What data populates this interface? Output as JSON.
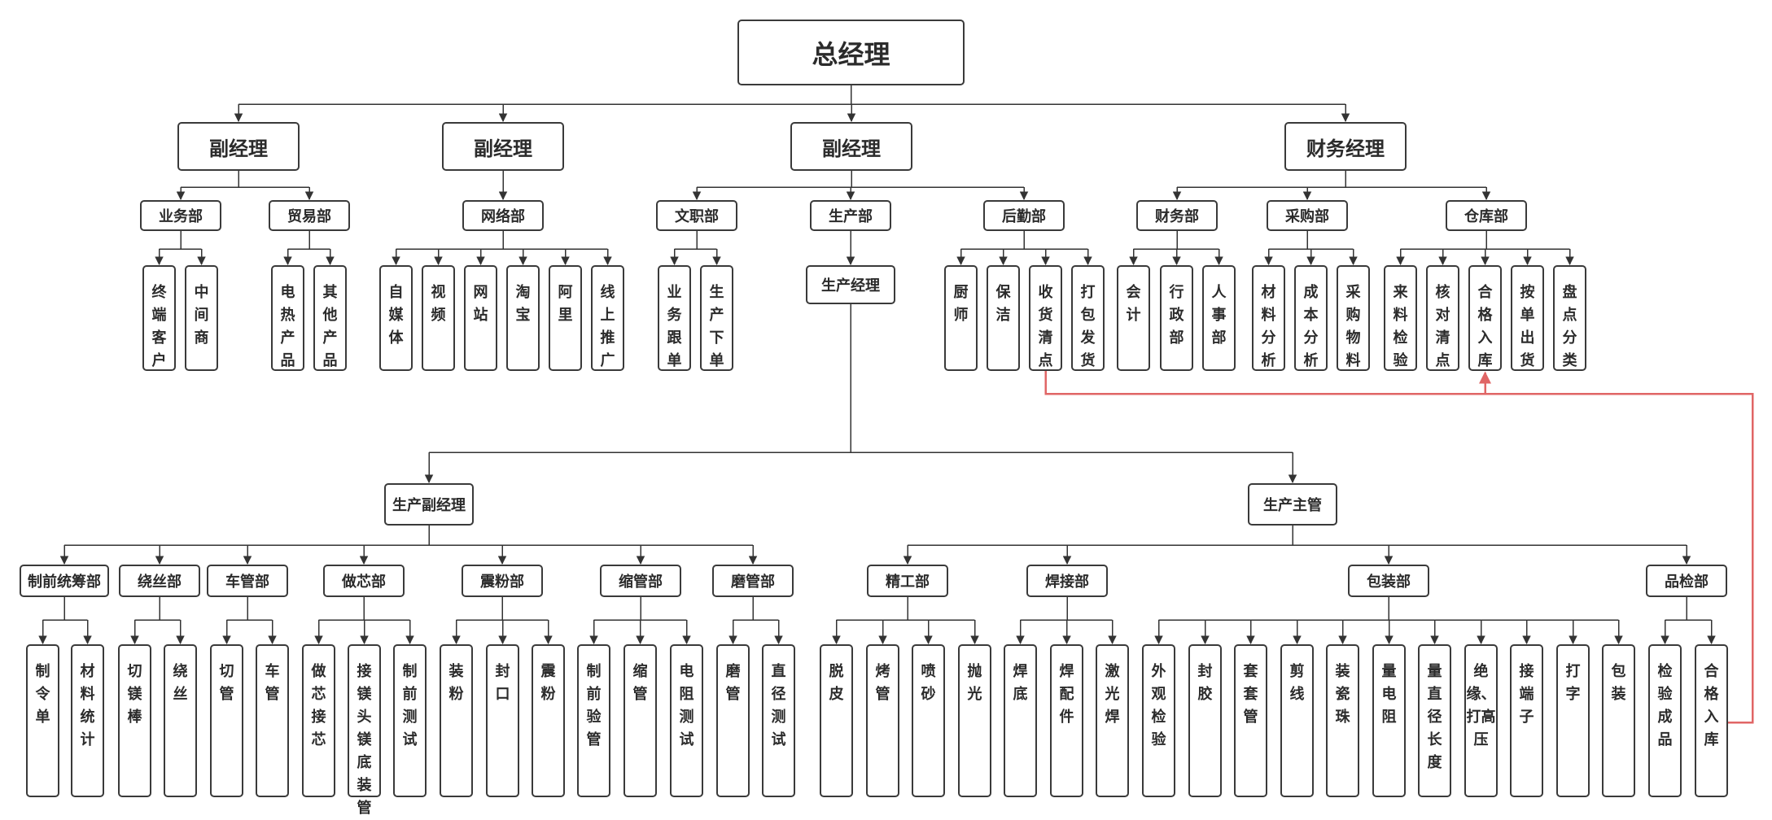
{
  "colors": {
    "line": "#333333",
    "border": "#3a3a3a",
    "highlight": "#e06666"
  },
  "nodes": {
    "ceo": "总经理",
    "vp1": "副经理",
    "vp2": "副经理",
    "vp3": "副经理",
    "cfo": "财务经理",
    "sales": "业务部",
    "trade": "贸易部",
    "network": "网络部",
    "clerical": "文职部",
    "production": "生产部",
    "logistics": "后勤部",
    "finance": "财务部",
    "purchasing": "采购部",
    "warehouse": "仓库部",
    "production_manager": "生产经理",
    "prod_deputy": "生产副经理",
    "prod_supervisor": "生产主管",
    "pre_planning": "制前统筹部",
    "winding": "绕丝部",
    "tube": "车管部",
    "core": "做芯部",
    "powder": "震粉部",
    "shrink": "缩管部",
    "grind": "磨管部",
    "finishing": "精工部",
    "welding": "焊接部",
    "packing": "包装部",
    "qc": "品检部",
    "t_terminal_client": "终端客户",
    "t_middleman": "中间商",
    "t_electric_heat": "电热产品",
    "t_other_products": "其他产品",
    "t_self_media": "自媒体",
    "t_video": "视频",
    "t_website": "网站",
    "t_taobao": "淘宝",
    "t_ali": "阿里",
    "t_online_promo": "线上推广",
    "t_order_follow": "业务跟单",
    "t_production_order": "生产下单",
    "t_chef": "厨师",
    "t_cleaning": "保洁",
    "t_receiving": "收货清点",
    "t_pack_ship": "打包发货",
    "t_accounting": "会计",
    "t_admin": "行政部",
    "t_hr": "人事部",
    "t_material_analysis": "材料分析",
    "t_cost_analysis": "成本分析",
    "t_purchase_materials": "采购物料",
    "t_incoming_inspection": "来料检验",
    "t_check_count": "核对清点",
    "t_qualified_storage": "合格入库",
    "t_order_dispatch": "按单出货",
    "t_inventory_sort": "盘点分类",
    "t_make_order": "制令单",
    "t_material_stats": "材料统计",
    "t_cut_mg_rod": "切镁棒",
    "t_winding": "绕丝",
    "t_cut_tube": "切管",
    "t_turn_tube": "车管",
    "t_core_connect": "做芯接芯",
    "t_mg_head_base": "接镁头镁底装管",
    "t_pre_test": "制前测试",
    "t_fill_powder": "装粉",
    "t_seal": "封口",
    "t_vibrate_powder": "震粉",
    "t_pre_check_tube": "制前验管",
    "t_shrink_tube": "缩管",
    "t_resistance_test": "电阻测试",
    "t_grind_tube": "磨管",
    "t_diameter_test": "直径测试",
    "t_peel": "脱皮",
    "t_bake_tube": "烤管",
    "t_sandblast": "喷砂",
    "t_polish": "抛光",
    "t_weld_base": "焊底",
    "t_weld_parts": "焊配件",
    "t_laser_weld": "激光焊",
    "t_visual_inspect": "外观检验",
    "t_seal_glue": "封胶",
    "t_sleeve_tube": "套套管",
    "t_cut_wire": "剪线",
    "t_ceramic_bead": "装瓷珠",
    "t_measure_res": "量电阻",
    "t_measure_diam": "量直径长度",
    "t_insulation_hv": "绝缘、打高压",
    "t_terminal": "接端子",
    "t_print": "打字",
    "t_package": "包装",
    "t_inspect_finished": "检验成品",
    "t_qc_storage": "合格入库"
  }
}
